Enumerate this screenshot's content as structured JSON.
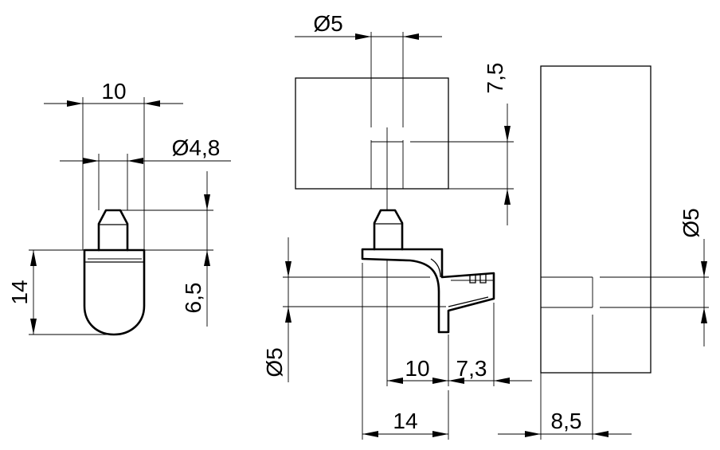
{
  "dimensions": {
    "width_10_top": "10",
    "diameter_4_8": "Ø4,8",
    "height_14": "14",
    "height_6_5": "6,5",
    "diameter_5_top": "Ø5",
    "height_7_5": "7,5",
    "diameter_5_right": "Ø5",
    "diameter_5_left": "Ø5",
    "length_10": "10",
    "length_7_3": "7,3",
    "length_14": "14",
    "width_8_5": "8,5"
  }
}
